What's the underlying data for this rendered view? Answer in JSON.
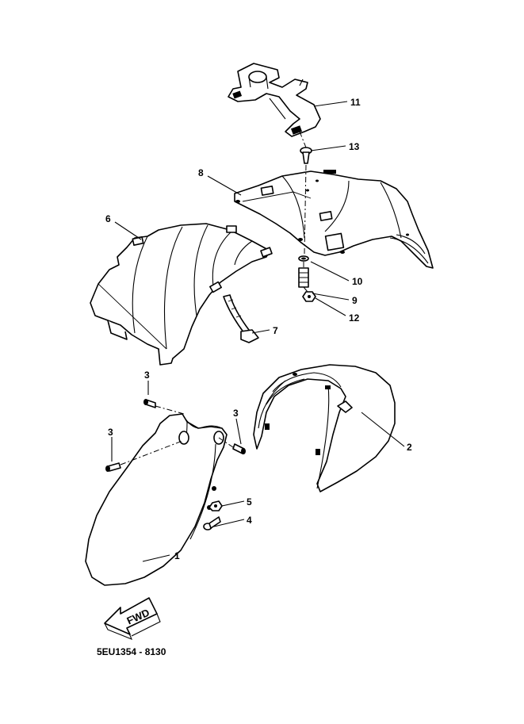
{
  "diagram": {
    "code": "5EU1354 - 8130",
    "direction_arrow": "FWD",
    "callouts": [
      {
        "id": "c1",
        "label": "1"
      },
      {
        "id": "c2",
        "label": "2"
      },
      {
        "id": "c3a",
        "label": "3"
      },
      {
        "id": "c3b",
        "label": "3"
      },
      {
        "id": "c3c",
        "label": "3"
      },
      {
        "id": "c4",
        "label": "4"
      },
      {
        "id": "c5",
        "label": "5"
      },
      {
        "id": "c6",
        "label": "6"
      },
      {
        "id": "c7",
        "label": "7"
      },
      {
        "id": "c8",
        "label": "8"
      },
      {
        "id": "c9",
        "label": "9"
      },
      {
        "id": "c10",
        "label": "10"
      },
      {
        "id": "c11",
        "label": "11"
      },
      {
        "id": "c12",
        "label": "12"
      },
      {
        "id": "c13",
        "label": "13"
      }
    ]
  }
}
